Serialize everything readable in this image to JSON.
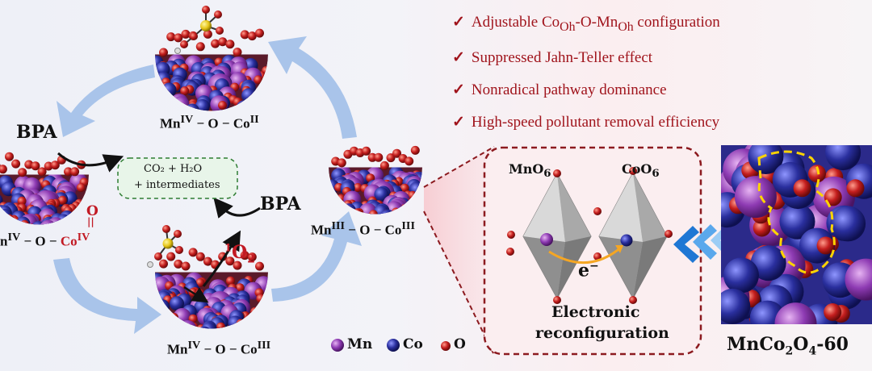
{
  "claims": [
    {
      "check": "✓",
      "text": "Adjustable Co",
      "sub1": "Oh",
      "mid": "-O-Mn",
      "sub2": "Oh",
      "tail": " configuration"
    },
    {
      "check": "✓",
      "text": "Suppressed Jahn-Teller effect"
    },
    {
      "check": "✓",
      "text": "Nonradical pathway dominance"
    },
    {
      "check": "✓",
      "text": "High-speed pollutant removal efficiency"
    }
  ],
  "cycle": {
    "top_state": {
      "a": "Mn",
      "a_sup": "IV",
      "sep": " − O − ",
      "b": "Co",
      "b_sup": "II"
    },
    "left_state": {
      "a": "n",
      "a_sup": "IV",
      "sep": " − O − ",
      "b": "Co",
      "b_sup": "IV"
    },
    "bottom_state": {
      "a": "Mn",
      "a_sup": "IV",
      "sep": " − O − ",
      "b": "Co",
      "b_sup": "III"
    },
    "right_state": {
      "a": "Mn",
      "a_sup": "III",
      "sep": " − O − ",
      "b": "Co",
      "b_sup": "III"
    },
    "bpa_left": "BPA",
    "bpa_right": "BPA",
    "products_line1": "CO₂ + H₂O",
    "products_line2": "+ intermediates",
    "singlet_oxygen": {
      "sup": "1",
      "base": "O",
      "sub": "2"
    },
    "left_oxo": "O",
    "left_bond": "||"
  },
  "zoom": {
    "mno6": {
      "base": "MnO",
      "sub": "6"
    },
    "coo6": {
      "base": "CoO",
      "sub": "6"
    },
    "electron": "e",
    "electron_sup": "−",
    "caption_line1": "Electronic",
    "caption_line2": "reconfiguration"
  },
  "legend": [
    {
      "label": "Mn",
      "color": "#8e3bb3"
    },
    {
      "label": "Co",
      "color": "#2a2f9e"
    },
    {
      "label": "O",
      "color": "#c41e1e"
    }
  ],
  "crystal_label": {
    "a": "MnCo",
    "s1": "2",
    "b": "O",
    "s2": "4",
    "c": "-60"
  },
  "colors": {
    "claim": "#a0141c",
    "mn": "#8e3bb3",
    "co": "#2a2f9e",
    "o": "#c41e1e",
    "arrow": "#a9c4ea",
    "dash": "#8c1a1f"
  }
}
